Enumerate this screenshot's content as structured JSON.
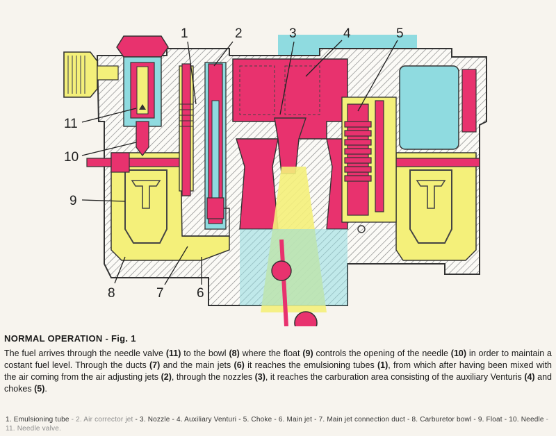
{
  "diagram": {
    "callouts": {
      "c1": "1",
      "c2": "2",
      "c3": "3",
      "c4": "4",
      "c5": "5",
      "c6": "6",
      "c7": "7",
      "c8": "8",
      "c9": "9",
      "c10": "10",
      "c11": "11"
    }
  },
  "caption": {
    "title": "NORMAL OPERATION - Fig. 1",
    "body": [
      {
        "t": "The fuel arrives through the needle valve "
      },
      {
        "t": "(11)",
        "b": true
      },
      {
        "t": " to the bowl "
      },
      {
        "t": "(8)",
        "b": true
      },
      {
        "t": " where the float "
      },
      {
        "t": "(9)",
        "b": true
      },
      {
        "t": " controls the opening of the needle "
      },
      {
        "t": "(10)",
        "b": true
      },
      {
        "t": " in order to maintain a costant fuel level. Through the ducts "
      },
      {
        "t": "(7)",
        "b": true
      },
      {
        "t": " and the main jets "
      },
      {
        "t": "(6)",
        "b": true
      },
      {
        "t": " it reaches the emulsioning tubes "
      },
      {
        "t": "(1)",
        "b": true
      },
      {
        "t": ", from which after having been mixed with the air coming from the air adjusting jets "
      },
      {
        "t": "(2)",
        "b": true
      },
      {
        "t": ", through the nozzles "
      },
      {
        "t": "(3)",
        "b": true
      },
      {
        "t": ", it reaches the carburation area consisting of the auxiliary Venturis "
      },
      {
        "t": "(4)",
        "b": true
      },
      {
        "t": " and chokes "
      },
      {
        "t": "(5)",
        "b": true
      },
      {
        "t": "."
      }
    ]
  },
  "legend": [
    {
      "t": "1. Emulsioning tube",
      "faint": false
    },
    {
      "t": " - ",
      "faint": true
    },
    {
      "t": "2. Air corrector jet",
      "faint": true
    },
    {
      "t": " - 3. Nozzle - 4. Auxiliary Venturi - 5. Choke - 6. Main jet - 7. Main jet connection duct - 8. Carburetor bowl - 9. Float - ",
      "faint": false
    },
    {
      "t": "10. Needle",
      "faint": false
    },
    {
      "t": " - 11. Needle valve.",
      "faint": true
    }
  ],
  "colors": {
    "fuel_yellow": "#f4f07a",
    "air_cyan": "#8fdbe0",
    "part_magenta": "#e8326e",
    "body_outline": "#333333",
    "hatch": "#9a9a9a"
  }
}
